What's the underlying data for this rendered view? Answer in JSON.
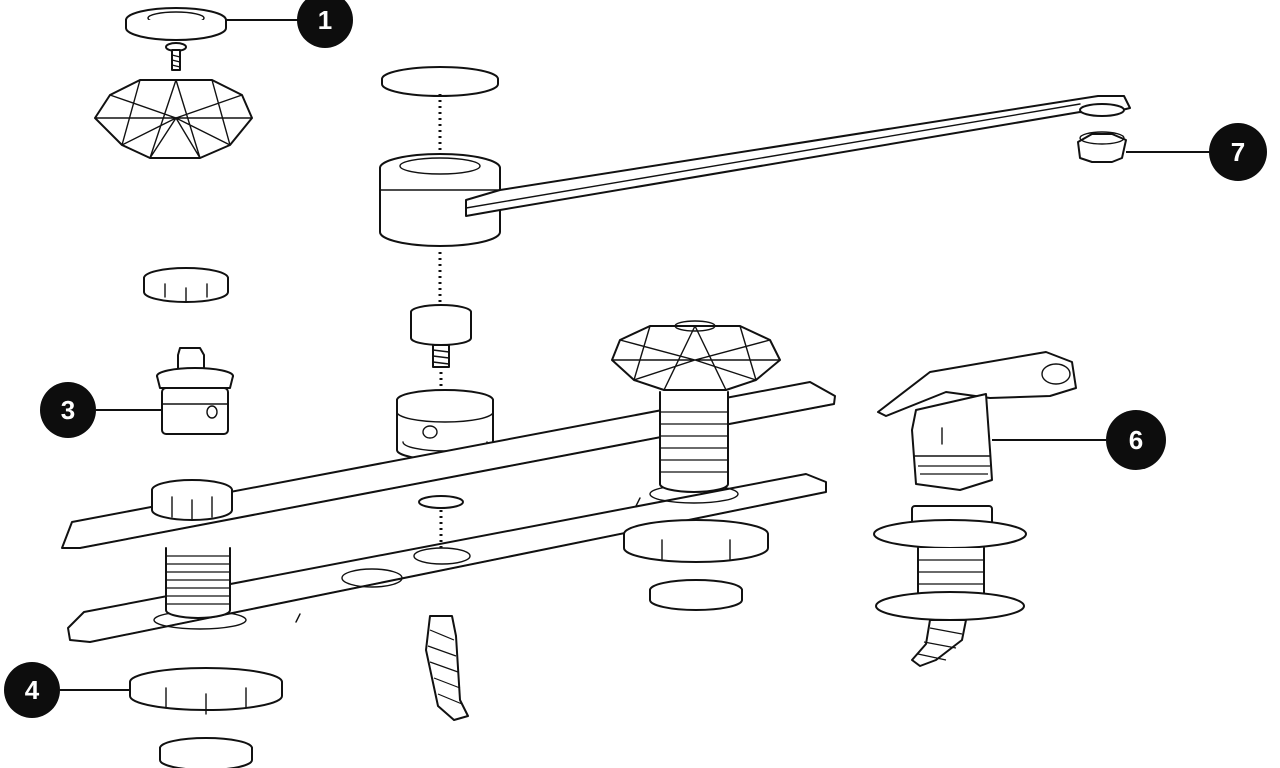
{
  "callouts": [
    {
      "id": "1",
      "label": "1"
    },
    {
      "id": "3",
      "label": "3"
    },
    {
      "id": "4",
      "label": "4"
    },
    {
      "id": "6",
      "label": "6"
    },
    {
      "id": "7",
      "label": "7"
    }
  ]
}
